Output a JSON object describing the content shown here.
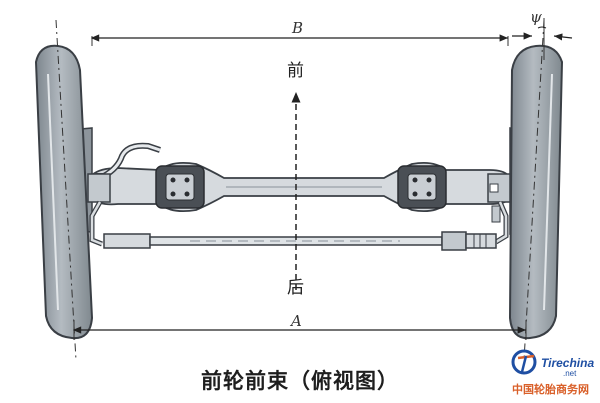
{
  "labels": {
    "track_front": "B",
    "track_rear": "A",
    "angle": "ψ",
    "front": "前",
    "rear": "后"
  },
  "caption": "前轮前束（俯视图）",
  "watermark": {
    "brand": "Tirechina",
    "brand_suffix": ".net",
    "site_name": "中国轮胎商务网"
  },
  "colors": {
    "tire_fill": "#9aa3ab",
    "tire_stroke": "#3a3f45",
    "axle_fill": "#d6dade",
    "watermark_blue": "#1f4fa3",
    "watermark_orange": "#d9602a"
  }
}
